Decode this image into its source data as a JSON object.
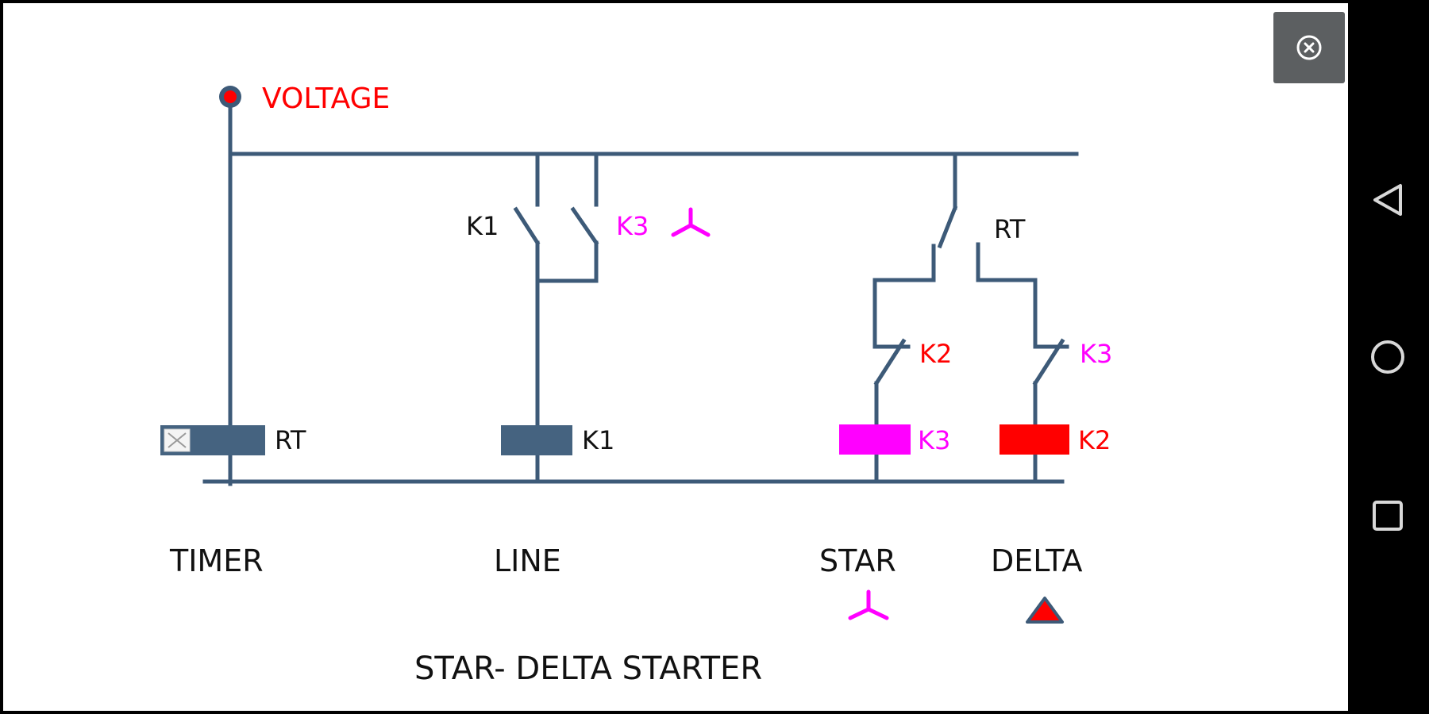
{
  "diagram": {
    "title": "STAR- DELTA STARTER",
    "supply_label": "VOLTAGE",
    "contacts": {
      "line_k1": "K1",
      "line_k3": "K3",
      "timer_rt": "RT",
      "star_interlock": "K2",
      "delta_interlock": "K3"
    },
    "coils": {
      "timer": "RT",
      "line": "K1",
      "star": "K3",
      "delta": "K2"
    },
    "branches": {
      "timer": "TIMER",
      "line": "LINE",
      "star": "STAR",
      "delta": "DELTA"
    },
    "colors": {
      "wire": "#3d5a78",
      "coil_default": "#456380",
      "star": "#ff00ff",
      "delta": "#ff0000",
      "voltage": "#ff0000",
      "text": "#111111"
    }
  },
  "controls": {
    "close_icon": "close-circle-icon"
  },
  "navigation": {
    "back": "back-icon",
    "home": "home-icon",
    "recents": "recents-icon"
  }
}
